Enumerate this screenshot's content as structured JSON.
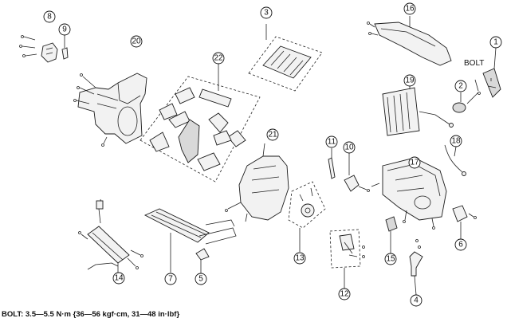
{
  "diagram": {
    "callouts": {
      "c1": "1",
      "c2": "2",
      "c3": "3",
      "c4": "4",
      "c5": "5",
      "c6": "6",
      "c7": "7",
      "c8": "8",
      "c9": "9",
      "c10": "10",
      "c11": "11",
      "c12": "12",
      "c13": "13",
      "c14": "14",
      "c15": "15",
      "c16": "16",
      "c17": "17",
      "c18": "18",
      "c19": "19",
      "c20": "20",
      "c21": "21",
      "c22": "22"
    },
    "bolt_label": "BOLT",
    "footnote": "BOLT: 3.5—5.5 N·m {36—56 kgf·cm, 31—48 in·lbf}"
  }
}
